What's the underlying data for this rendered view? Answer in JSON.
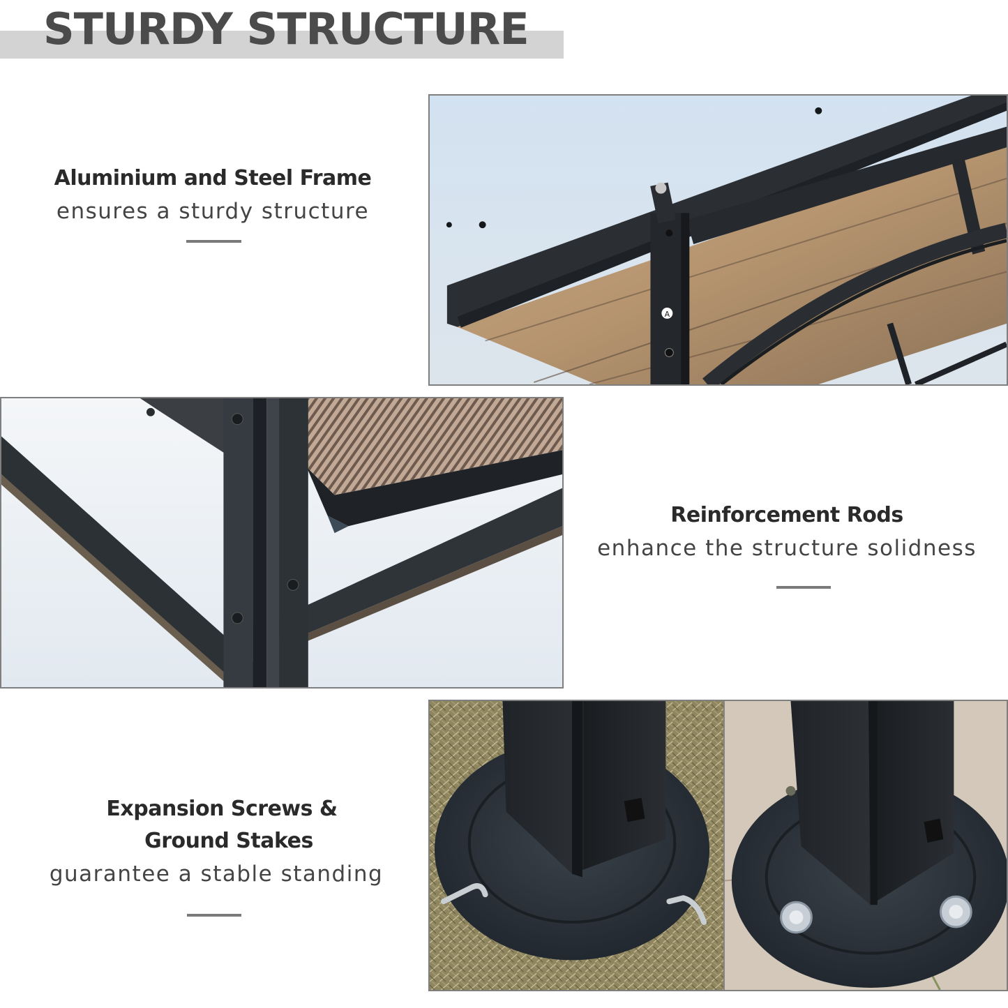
{
  "header": {
    "title": "STURDY STRUCTURE",
    "bar_color": "#d3d3d3",
    "title_color": "#4b4b4b"
  },
  "features": [
    {
      "heading": "Aluminium and Steel Frame",
      "description": "ensures a sturdy structure"
    },
    {
      "heading": "Reinforcement Rods",
      "description": "enhance the structure solidness"
    },
    {
      "heading_line1": "Expansion Screws &",
      "heading_line2": "Ground Stakes",
      "description": "guarantee a stable standing"
    }
  ],
  "photos": {
    "roof_frame": {
      "label_marker": "A",
      "sky_color": "#d6e2ee",
      "frame_color": "#2b2f33",
      "panel_color": "#b89a76"
    },
    "reinforcement_rods": {
      "sky_color": "#e9eef3",
      "frame_color": "#2f353b",
      "panel_color": "#a08470"
    },
    "base_grass": {
      "ground_color": "#9e9470",
      "plate_color": "#2c3238"
    },
    "base_pavement": {
      "ground_color": "#d2c7b8",
      "plate_color": "#2c3238"
    }
  },
  "divider_color": "#7a7a7a"
}
